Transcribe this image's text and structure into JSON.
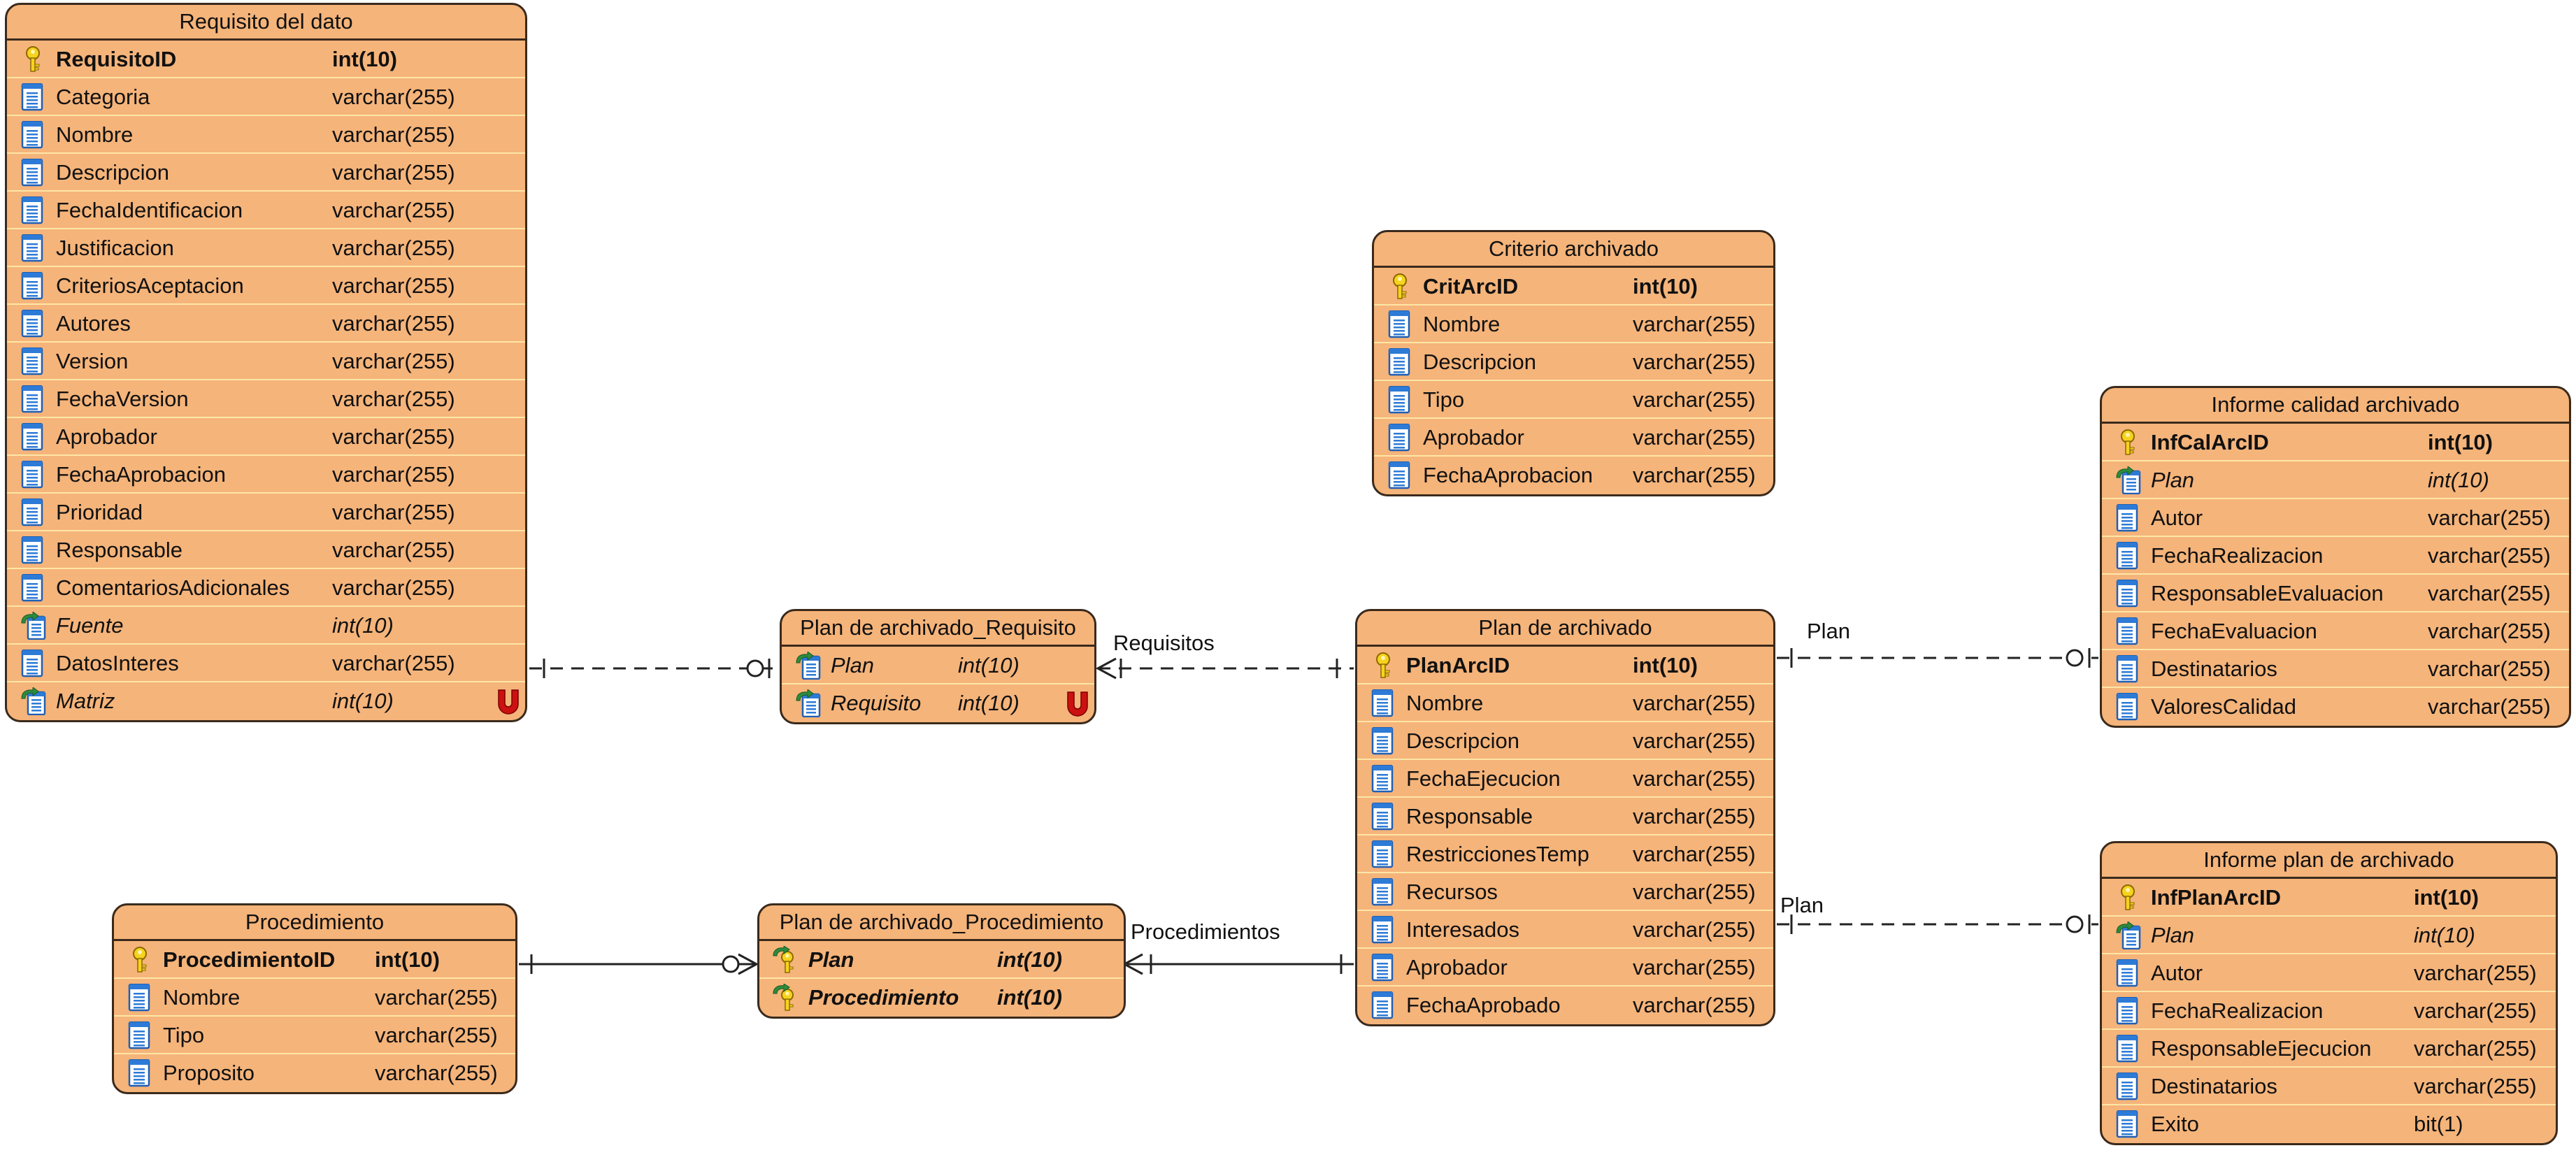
{
  "colors": {
    "entity_fill": "#f5b47a",
    "entity_border": "#3a2a1c",
    "row_separator": "#fde6a6",
    "line": "#222222",
    "unique_marker": "#cc1111"
  },
  "entities": [
    {
      "id": "requisito-del-dato",
      "title": "Requisito del dato",
      "columns": [
        {
          "name": "RequisitoID",
          "type": "int(10)",
          "kind": "pk"
        },
        {
          "name": "Categoria",
          "type": "varchar(255)",
          "kind": "col"
        },
        {
          "name": "Nombre",
          "type": "varchar(255)",
          "kind": "col"
        },
        {
          "name": "Descripcion",
          "type": "varchar(255)",
          "kind": "col"
        },
        {
          "name": "FechaIdentificacion",
          "type": "varchar(255)",
          "kind": "col"
        },
        {
          "name": "Justificacion",
          "type": "varchar(255)",
          "kind": "col"
        },
        {
          "name": "CriteriosAceptacion",
          "type": "varchar(255)",
          "kind": "col"
        },
        {
          "name": "Autores",
          "type": "varchar(255)",
          "kind": "col"
        },
        {
          "name": "Version",
          "type": "varchar(255)",
          "kind": "col"
        },
        {
          "name": "FechaVersion",
          "type": "varchar(255)",
          "kind": "col"
        },
        {
          "name": "Aprobador",
          "type": "varchar(255)",
          "kind": "col"
        },
        {
          "name": "FechaAprobacion",
          "type": "varchar(255)",
          "kind": "col"
        },
        {
          "name": "Prioridad",
          "type": "varchar(255)",
          "kind": "col"
        },
        {
          "name": "Responsable",
          "type": "varchar(255)",
          "kind": "col"
        },
        {
          "name": "ComentariosAdicionales",
          "type": "varchar(255)",
          "kind": "col"
        },
        {
          "name": "Fuente",
          "type": "int(10)",
          "kind": "fk"
        },
        {
          "name": "DatosInteres",
          "type": "varchar(255)",
          "kind": "col"
        },
        {
          "name": "Matriz",
          "type": "int(10)",
          "kind": "fk",
          "unique": true
        }
      ]
    },
    {
      "id": "criterio-archivado",
      "title": "Criterio archivado",
      "columns": [
        {
          "name": "CritArcID",
          "type": "int(10)",
          "kind": "pk"
        },
        {
          "name": "Nombre",
          "type": "varchar(255)",
          "kind": "col"
        },
        {
          "name": "Descripcion",
          "type": "varchar(255)",
          "kind": "col"
        },
        {
          "name": "Tipo",
          "type": "varchar(255)",
          "kind": "col"
        },
        {
          "name": "Aprobador",
          "type": "varchar(255)",
          "kind": "col"
        },
        {
          "name": "FechaAprobacion",
          "type": "varchar(255)",
          "kind": "col"
        }
      ]
    },
    {
      "id": "informe-calidad-archivado",
      "title": "Informe calidad archivado",
      "columns": [
        {
          "name": "InfCalArcID",
          "type": "int(10)",
          "kind": "pk"
        },
        {
          "name": "Plan",
          "type": "int(10)",
          "kind": "fk"
        },
        {
          "name": "Autor",
          "type": "varchar(255)",
          "kind": "col"
        },
        {
          "name": "FechaRealizacion",
          "type": "varchar(255)",
          "kind": "col"
        },
        {
          "name": "ResponsableEvaluacion",
          "type": "varchar(255)",
          "kind": "col"
        },
        {
          "name": "FechaEvaluacion",
          "type": "varchar(255)",
          "kind": "col"
        },
        {
          "name": "Destinatarios",
          "type": "varchar(255)",
          "kind": "col"
        },
        {
          "name": "ValoresCalidad",
          "type": "varchar(255)",
          "kind": "col"
        }
      ]
    },
    {
      "id": "plan-de-archivado-requisito",
      "title": "Plan de archivado_Requisito",
      "columns": [
        {
          "name": "Plan",
          "type": "int(10)",
          "kind": "fk"
        },
        {
          "name": "Requisito",
          "type": "int(10)",
          "kind": "fk",
          "unique": true
        }
      ]
    },
    {
      "id": "plan-de-archivado",
      "title": "Plan de archivado",
      "columns": [
        {
          "name": "PlanArcID",
          "type": "int(10)",
          "kind": "pk"
        },
        {
          "name": "Nombre",
          "type": "varchar(255)",
          "kind": "col"
        },
        {
          "name": "Descripcion",
          "type": "varchar(255)",
          "kind": "col"
        },
        {
          "name": "FechaEjecucion",
          "type": "varchar(255)",
          "kind": "col"
        },
        {
          "name": "Responsable",
          "type": "varchar(255)",
          "kind": "col"
        },
        {
          "name": "RestriccionesTemp",
          "type": "varchar(255)",
          "kind": "col"
        },
        {
          "name": "Recursos",
          "type": "varchar(255)",
          "kind": "col"
        },
        {
          "name": "Interesados",
          "type": "varchar(255)",
          "kind": "col"
        },
        {
          "name": "Aprobador",
          "type": "varchar(255)",
          "kind": "col"
        },
        {
          "name": "FechaAprobado",
          "type": "varchar(255)",
          "kind": "col"
        }
      ]
    },
    {
      "id": "procedimiento",
      "title": "Procedimiento",
      "columns": [
        {
          "name": "ProcedimientoID",
          "type": "int(10)",
          "kind": "pk"
        },
        {
          "name": "Nombre",
          "type": "varchar(255)",
          "kind": "col"
        },
        {
          "name": "Tipo",
          "type": "varchar(255)",
          "kind": "col"
        },
        {
          "name": "Proposito",
          "type": "varchar(255)",
          "kind": "col"
        }
      ]
    },
    {
      "id": "plan-de-archivado-procedimiento",
      "title": "Plan de archivado_Procedimiento",
      "columns": [
        {
          "name": "Plan",
          "type": "int(10)",
          "kind": "pkfk"
        },
        {
          "name": "Procedimiento",
          "type": "int(10)",
          "kind": "pkfk"
        }
      ]
    },
    {
      "id": "informe-plan-de-archivado",
      "title": "Informe plan de archivado",
      "columns": [
        {
          "name": "InfPlanArcID",
          "type": "int(10)",
          "kind": "pk"
        },
        {
          "name": "Plan",
          "type": "int(10)",
          "kind": "fk"
        },
        {
          "name": "Autor",
          "type": "varchar(255)",
          "kind": "col"
        },
        {
          "name": "FechaRealizacion",
          "type": "varchar(255)",
          "kind": "col"
        },
        {
          "name": "ResponsableEjecucion",
          "type": "varchar(255)",
          "kind": "col"
        },
        {
          "name": "Destinatarios",
          "type": "varchar(255)",
          "kind": "col"
        },
        {
          "name": "Exito",
          "type": "bit(1)",
          "kind": "col"
        }
      ]
    }
  ],
  "relationships": [
    {
      "id": "rel-requisitos",
      "label": "Requisitos",
      "from": "plan-de-archivado",
      "to": "plan-de-archivado-requisito",
      "style": "dashed"
    },
    {
      "id": "rel-matriz",
      "label": "",
      "from": "requisito-del-dato",
      "to": "plan-de-archivado-requisito",
      "style": "dashed"
    },
    {
      "id": "rel-procedimientos",
      "label": "Procedimientos",
      "from": "plan-de-archivado",
      "to": "plan-de-archivado-procedimiento",
      "style": "solid"
    },
    {
      "id": "rel-procedimiento",
      "label": "",
      "from": "procedimiento",
      "to": "plan-de-archivado-procedimiento",
      "style": "solid"
    },
    {
      "id": "rel-plan-informe-calidad",
      "label": "Plan",
      "from": "plan-de-archivado",
      "to": "informe-calidad-archivado",
      "style": "dashed"
    },
    {
      "id": "rel-plan-informe-plan",
      "label": "Plan",
      "from": "plan-de-archivado",
      "to": "informe-plan-de-archivado",
      "style": "dashed"
    }
  ]
}
